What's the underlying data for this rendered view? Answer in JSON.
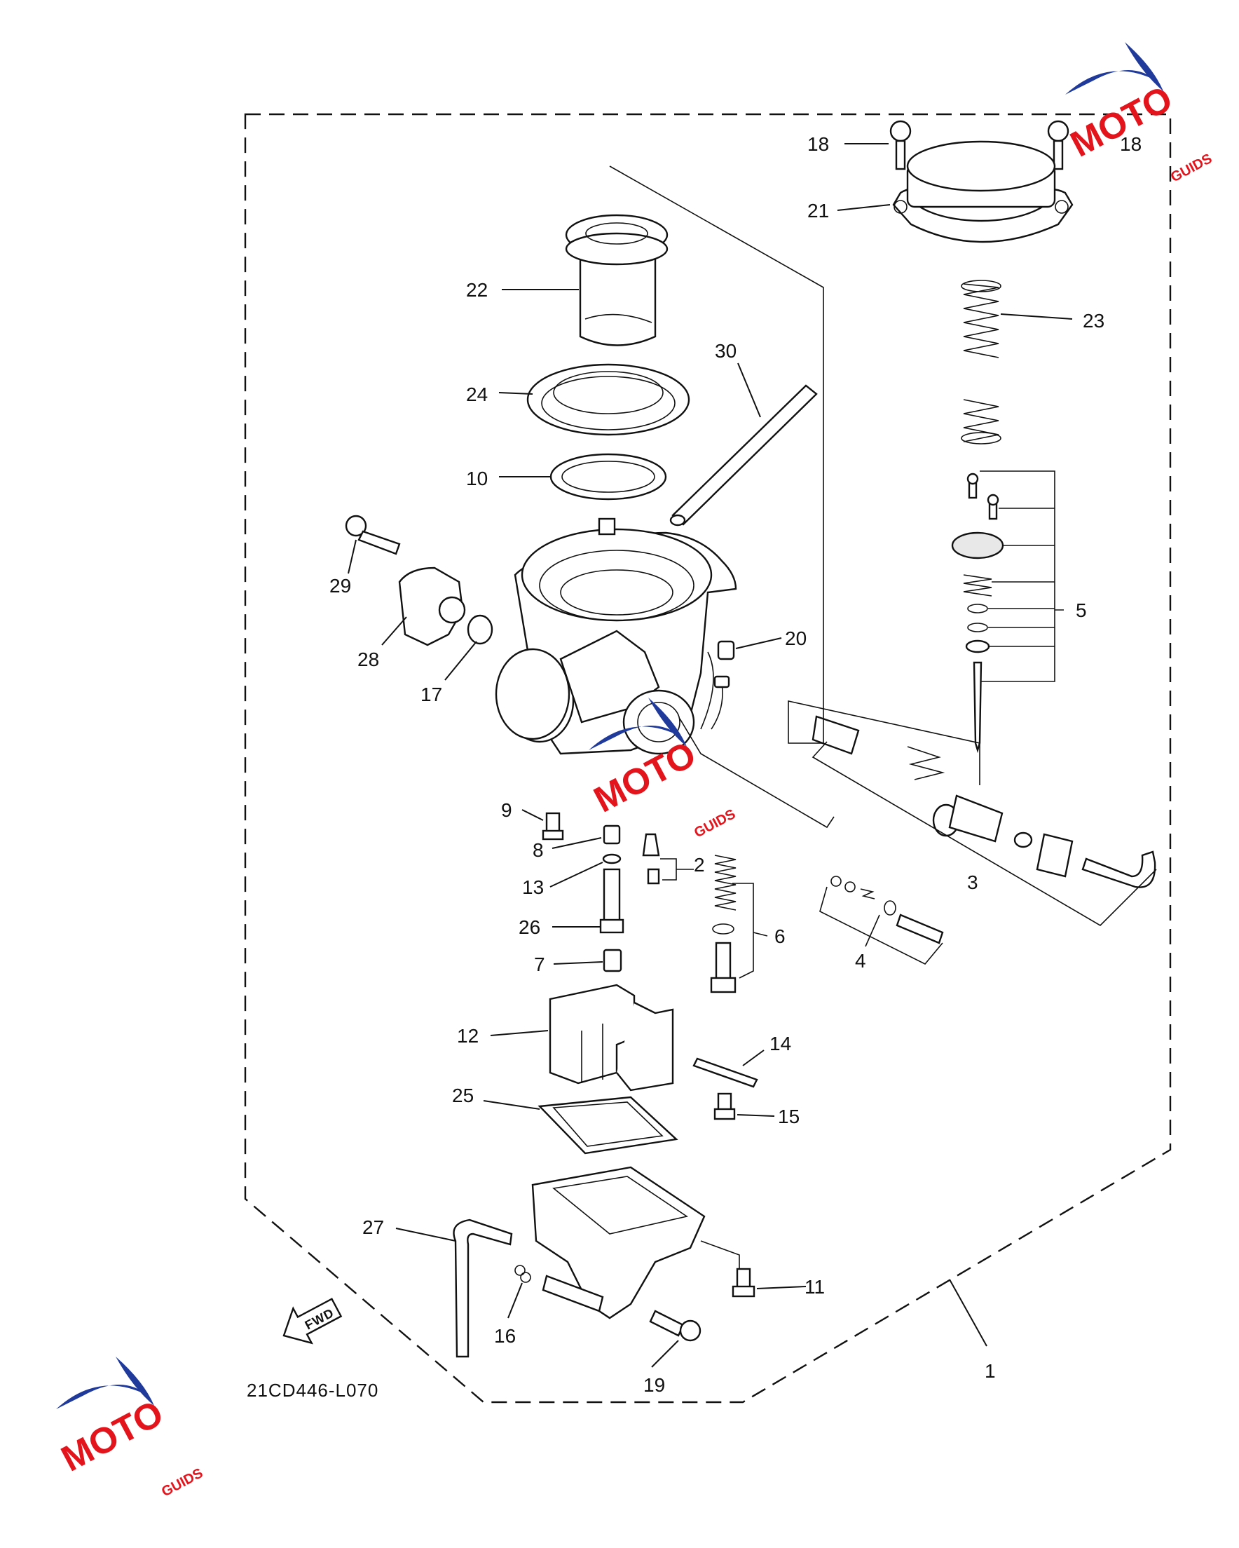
{
  "diagram": {
    "code": "21CD446-L070",
    "fwd_label": "FWD",
    "labels": [
      "18",
      "18",
      "21",
      "22",
      "23",
      "30",
      "24",
      "10",
      "5",
      "29",
      "20",
      "28",
      "17",
      "9",
      "8",
      "2",
      "13",
      "3",
      "26",
      "6",
      "4",
      "7",
      "12",
      "14",
      "25",
      "15",
      "27",
      "11",
      "16",
      "19",
      "1"
    ]
  },
  "watermark": {
    "brand": "MOTO",
    "suffix": "GUIDS"
  }
}
